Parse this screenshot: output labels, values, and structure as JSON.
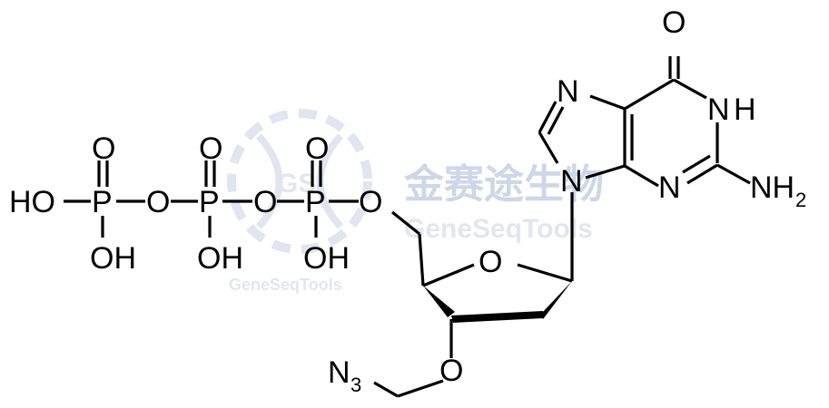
{
  "watermark": {
    "logo_text": "GS",
    "chinese": "金赛途生物",
    "english": "GeneSeqTools",
    "english_small": "GeneSeqTools",
    "color": "#c9d3e6"
  },
  "molecule": {
    "atoms": {
      "o_carbonyl": "O",
      "n_h": "N",
      "h_nh": "H",
      "n7": "N",
      "n9": "N",
      "n3": "N",
      "n_amino": "NH",
      "amino_sub": "2",
      "o_ring": "O",
      "o5": "O",
      "o3": "O",
      "azide_n": "N",
      "azide_sub": "3",
      "p_alpha": "P",
      "p_beta": "P",
      "p_gamma": "P",
      "o_alpha_top": "O",
      "o_beta_top": "O",
      "o_gamma_top": "O",
      "o_bridge_ab": "O",
      "o_bridge_bg": "O",
      "oh_alpha": "OH",
      "oh_beta": "OH",
      "oh_gamma": "OH",
      "ho_terminal": "HO"
    }
  }
}
